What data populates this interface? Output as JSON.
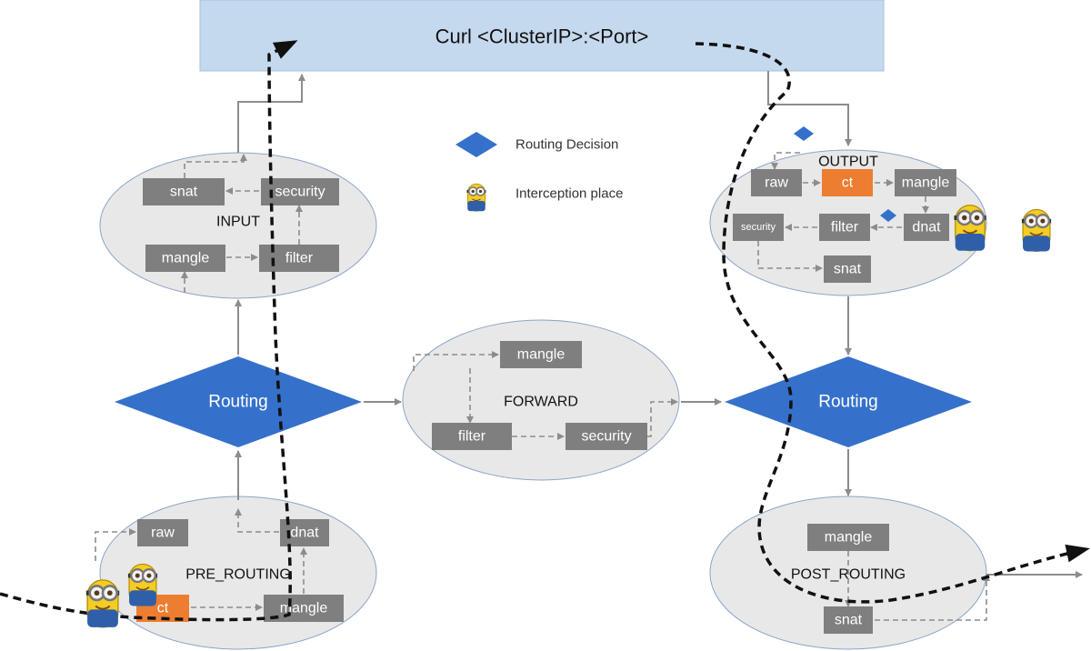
{
  "title": "Curl <ClusterIP>:<Port>",
  "legend": {
    "routing_decision": "Routing Decision",
    "interception_place": "Interception place"
  },
  "colors": {
    "header_fill": "#c5d9ee",
    "chain_fill": "#e8e8e8",
    "table_box": "#7f7f7f",
    "highlight": "#ed7d31",
    "routing": "#3571cb",
    "arrow": "#8c8c8c"
  },
  "chains": {
    "input": {
      "label": "INPUT",
      "tables": {
        "snat": "snat",
        "security": "security",
        "mangle": "mangle",
        "filter": "filter"
      }
    },
    "forward": {
      "label": "FORWARD",
      "tables": {
        "mangle": "mangle",
        "filter": "filter",
        "security": "security"
      }
    },
    "output": {
      "label": "OUTPUT",
      "tables": {
        "raw": "raw",
        "ct": "ct",
        "mangle": "mangle",
        "security": "security",
        "filter": "filter",
        "dnat": "dnat",
        "snat": "snat"
      }
    },
    "pre_routing": {
      "label": "PRE_ROUTING",
      "tables": {
        "raw": "raw",
        "dnat": "dnat",
        "ct": "ct",
        "mangle": "mangle"
      }
    },
    "post_routing": {
      "label": "POST_ROUTING",
      "tables": {
        "mangle": "mangle",
        "snat": "snat"
      }
    }
  },
  "routing": {
    "left": "Routing",
    "right": "Routing"
  },
  "icons": [
    "routing-decision-diamond-icon",
    "minion-icon"
  ]
}
